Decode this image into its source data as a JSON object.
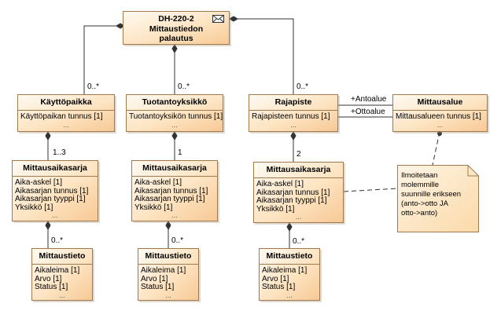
{
  "root": {
    "name": "DH-220-2\nMittaustiedon\npalautus"
  },
  "classes": {
    "kayttopaikka": {
      "name": "Käyttöpaikka",
      "attrs": [
        "Käyttöpaikan tunnus [1]"
      ],
      "more": "..."
    },
    "tuotantoyksikko": {
      "name": "Tuotantoyksikkö",
      "attrs": [
        "Tuotantoyksikön tunnus [1]"
      ],
      "more": "..."
    },
    "rajapiste": {
      "name": "Rajapiste",
      "attrs": [
        "Rajapisteen tunnus [1]"
      ],
      "more": "..."
    },
    "mittausalue": {
      "name": "Mittausalue",
      "attrs": [
        "Mittausalueen tunnus [1]"
      ],
      "more": "..."
    },
    "sarja1": {
      "name": "Mittausaikasarja",
      "attrs": [
        "Aika-askel [1]",
        "Aikasarjan tunnus [1]",
        "Aikasarjan tyyppi [1]",
        "Yksikkö [1]"
      ],
      "more": "..."
    },
    "sarja2": {
      "name": "Mittausaikasarja",
      "attrs": [
        "Aika-askel [1]",
        "Aikasarjan tunnus [1]",
        "Aikasarjan tyyppi [1]",
        "Yksikkö [1]"
      ],
      "more": "..."
    },
    "sarja3": {
      "name": "Mittausaikasarja",
      "attrs": [
        "Aika-askel [1]",
        "Aikasarjan tunnus [1]",
        "Aikasarjan tyyppi [1]",
        "Yksikkö [1]"
      ],
      "more": "..."
    },
    "tieto1": {
      "name": "Mittaustieto",
      "attrs": [
        "Aikaleima [1]",
        "Arvo [1]",
        "Status [1]"
      ],
      "more": "..."
    },
    "tieto2": {
      "name": "Mittaustieto",
      "attrs": [
        "Aikaleima [1]",
        "Arvo [1]",
        "Status [1]"
      ],
      "more": "..."
    },
    "tieto3": {
      "name": "Mittaustieto",
      "attrs": [
        "Aikaleima [1]",
        "Arvo [1]",
        "Status [1]"
      ],
      "more": "..."
    }
  },
  "multiplicities": {
    "root_kayttopaikka": "0..*",
    "root_tuotantoyksikko": "0..*",
    "root_rajapiste": "0..*",
    "kayttopaikka_sarja": "1..3",
    "tuotantoyksikko_sarja": "1",
    "rajapiste_sarja": "2",
    "sarja1_tieto": "0..*",
    "sarja2_tieto": "0..*",
    "sarja3_tieto": "0..*"
  },
  "roles": {
    "antoalue": "+Antoalue",
    "ottoalue": "+Ottoalue"
  },
  "note": {
    "text": "Ilmoitetaan\nmolemmille\nsuunnille erikseen\n(anto->otto JA\notto->anto)"
  },
  "colors": {
    "class_fill": "#fde4c2",
    "class_border": "#a07a4e",
    "note_fill": "#fde6c6",
    "line": "#333333"
  }
}
